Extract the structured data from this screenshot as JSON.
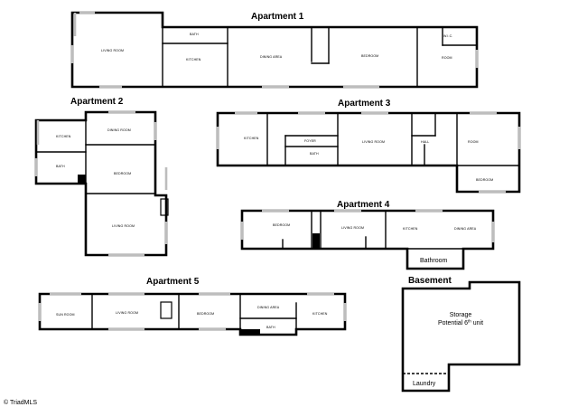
{
  "apartments": {
    "a1": {
      "title": "Apartment 1",
      "rooms": {
        "living": "LIVING ROOM",
        "bath": "BATH",
        "kitchen": "KITCHEN",
        "dining": "DINING AREA",
        "bedroom": "BEDROOM",
        "wic": "W.I.C.",
        "room": "ROOM"
      }
    },
    "a2": {
      "title": "Apartment 2",
      "rooms": {
        "kitchen": "KITCHEN",
        "dining": "DINING ROOM",
        "bath": "BATH",
        "bedroom": "BEDROOM",
        "living": "LIVING ROOM"
      }
    },
    "a3": {
      "title": "Apartment 3",
      "rooms": {
        "kitchen": "KITCHEN",
        "foyer": "FOYER",
        "bath": "BATH",
        "living": "LIVING ROOM",
        "hall": "HALL",
        "room": "ROOM",
        "bedroom": "BEDROOM"
      }
    },
    "a4": {
      "title": "Apartment 4",
      "rooms": {
        "bedroom": "BEDROOM",
        "living": "LIVING ROOM",
        "kitchen": "KITCHEN",
        "dining": "DINING AREA",
        "bathroom": "Bathroom"
      }
    },
    "a5": {
      "title": "Apartment 5",
      "rooms": {
        "sun": "SUN ROOM",
        "living": "LIVING ROOM",
        "bedroom": "BEDROOM",
        "dining": "DINING AREA",
        "kitchen": "KITCHEN",
        "bath": "BATH"
      }
    }
  },
  "basement": {
    "title": "Basement",
    "storage_line1": "Storage",
    "storage_line2": "Potential 6",
    "storage_sup": "th",
    "storage_line3": " unit",
    "laundry": "Laundry"
  },
  "copyright": "© TriadMLS"
}
